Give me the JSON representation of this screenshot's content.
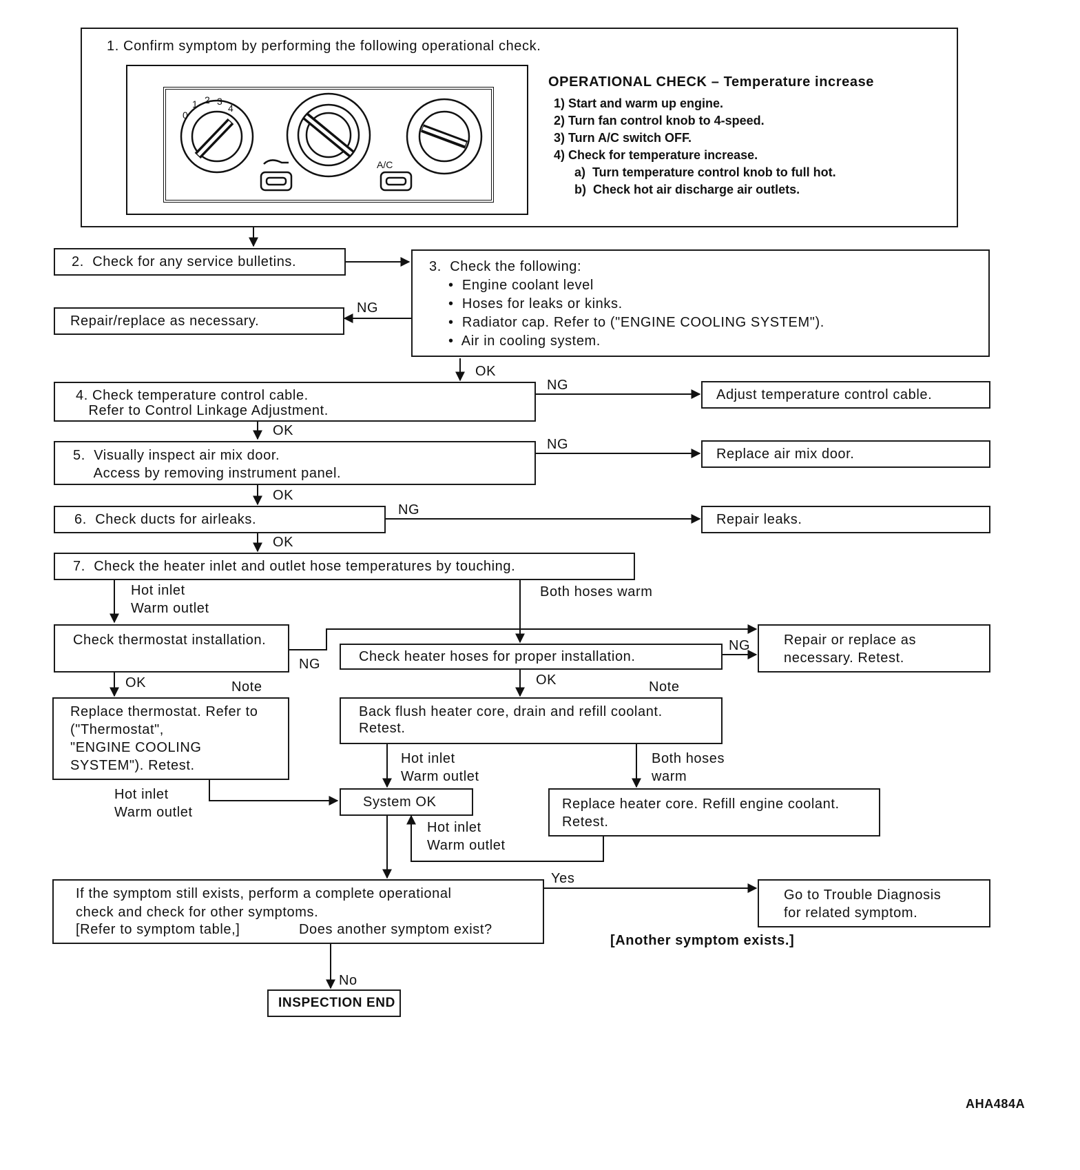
{
  "step1": {
    "title": "1. Confirm symptom by performing the following operational check.",
    "panel": {
      "fan_marks": [
        "0",
        "1",
        "2",
        "3",
        "4"
      ],
      "ac_label": "A/C"
    },
    "operational_check": {
      "heading": "OPERATIONAL CHECK – Temperature increase",
      "steps": [
        "1)  Start and warm up engine.",
        "2)  Turn fan control knob to 4-speed.",
        "3)  Turn A/C switch OFF.",
        "4)  Check for temperature increase.",
        "      a)  Turn temperature control knob to full hot.",
        "      b)  Check hot air discharge air outlets."
      ]
    }
  },
  "step2": "2.  Check for any service bulletins.",
  "step3": {
    "title": "3.  Check the following:",
    "items": [
      "•  Engine coolant level",
      "•  Hoses for leaks or kinks.",
      "•  Radiator cap. Refer to (\"ENGINE COOLING SYSTEM\").",
      "•  Air in cooling system."
    ]
  },
  "repair_replace": "Repair/replace as necessary.",
  "step4": [
    "4. Check temperature control cable.",
    "   Refer to Control Linkage Adjustment."
  ],
  "adjust_cable": "Adjust temperature control cable.",
  "step5": [
    "5.  Visually inspect air mix door.",
    "     Access by removing instrument panel."
  ],
  "replace_door": "Replace air mix door.",
  "step6": "6.  Check ducts for airleaks.",
  "repair_leaks": "Repair leaks.",
  "step7": "7.  Check the heater inlet and outlet hose temperatures by touching.",
  "check_thermostat": "Check thermostat installation.",
  "check_hoses": "Check heater hoses for proper installation.",
  "repair_or_replace": [
    "Repair or replace as",
    "necessary. Retest."
  ],
  "replace_thermostat": [
    "Replace thermostat. Refer to",
    "(\"Thermostat\",",
    "\"ENGINE COOLING",
    "SYSTEM\"). Retest."
  ],
  "back_flush": [
    "Back flush heater core, drain and refill coolant.",
    "Retest."
  ],
  "system_ok": "System OK",
  "replace_core": [
    "Replace heater core. Refill engine coolant.",
    "Retest."
  ],
  "symptom_check": [
    "If the symptom still exists, perform a complete operational",
    "check and check for other symptoms.",
    "[Refer to symptom table,]",
    "Does another symptom exist?"
  ],
  "trouble_diag": [
    "Go to Trouble Diagnosis",
    "for related symptom."
  ],
  "another_symptom": "[Another symptom exists.]",
  "inspection_end": "INSPECTION END",
  "labels": {
    "ok": "OK",
    "ng": "NG",
    "yes": "Yes",
    "no": "No",
    "note": "Note",
    "hot_inlet": "Hot inlet",
    "warm_outlet": "Warm outlet",
    "both_hoses_warm": "Both hoses warm",
    "both_hoses": "Both hoses",
    "warm": "warm"
  },
  "figure_id": "AHA484A"
}
